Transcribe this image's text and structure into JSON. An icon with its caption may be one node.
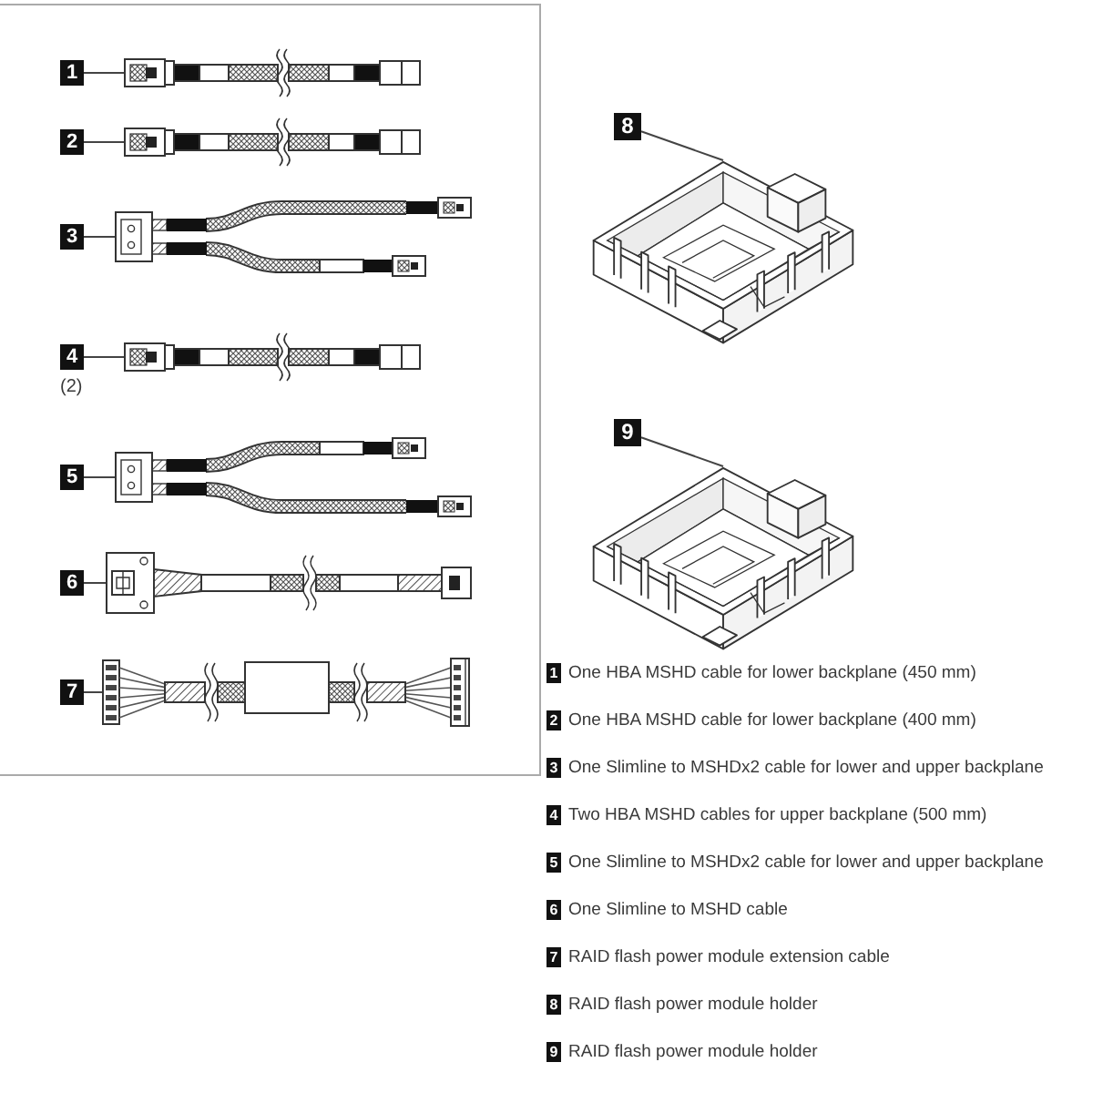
{
  "diagram": {
    "nodes": [
      {
        "text": [
          "1"
        ]
      },
      {
        "text": [],
        "shape": "picture"
      },
      {
        "text": [
          "2"
        ]
      },
      {
        "text": [],
        "shape": "picture"
      },
      {
        "text": [
          "3"
        ]
      },
      {
        "text": [],
        "shape": "picture"
      },
      {
        "text": [
          "4"
        ],
        "beside": [
          "(2)"
        ]
      },
      {
        "text": [],
        "shape": "picture"
      },
      {
        "text": [
          "5"
        ]
      },
      {
        "text": [],
        "shape": "picture"
      },
      {
        "text": [
          "6"
        ]
      },
      {
        "text": [],
        "shape": "picture"
      },
      {
        "text": [
          "7"
        ]
      },
      {
        "text": [],
        "shape": "picture"
      },
      {
        "text": [
          "8"
        ]
      },
      {
        "text": [],
        "shape": "picture"
      },
      {
        "text": [
          "9"
        ]
      },
      {
        "text": [],
        "shape": "picture"
      },
      {
        "text": [
          "1"
        ],
        "beside": [
          "One HBA MSHD cable for lower backplane (450 mm)"
        ]
      },
      {
        "text": [
          "2"
        ],
        "beside": [
          "One HBA MSHD cable for lower backplane (400 mm)"
        ]
      },
      {
        "text": [
          "3"
        ],
        "beside": [
          "One Slimline to MSHDx2 cable for lower and upper backplane"
        ]
      },
      {
        "text": [
          "4"
        ],
        "beside": [
          "Two HBA MSHD cables for upper backplane (500 mm)"
        ]
      },
      {
        "text": [
          "5"
        ],
        "beside": [
          "One Slimline to MSHDx2 cable for lower and upper backplane"
        ]
      },
      {
        "text": [
          "6"
        ],
        "beside": [
          "One Slimline to MSHD cable"
        ]
      },
      {
        "text": [
          "7"
        ],
        "beside": [
          "RAID flash power module extension cable"
        ]
      },
      {
        "text": [
          "8"
        ],
        "beside": [
          "RAID flash power module holder"
        ]
      },
      {
        "text": [
          "9"
        ],
        "beside": [
          "RAID flash power module holder"
        ]
      }
    ],
    "edges": [
      {
        "from": 0,
        "to": 1,
        "arrow": "none"
      },
      {
        "from": 2,
        "to": 3,
        "arrow": "none"
      },
      {
        "from": 4,
        "to": 5,
        "arrow": "none"
      },
      {
        "from": 6,
        "to": 7,
        "arrow": "none"
      },
      {
        "from": 8,
        "to": 9,
        "arrow": "none"
      },
      {
        "from": 10,
        "to": 11,
        "arrow": "none"
      },
      {
        "from": 12,
        "to": 13,
        "arrow": "none"
      },
      {
        "from": 14,
        "to": 15,
        "arrow": "none"
      },
      {
        "from": 16,
        "to": 17,
        "arrow": "none"
      }
    ]
  }
}
